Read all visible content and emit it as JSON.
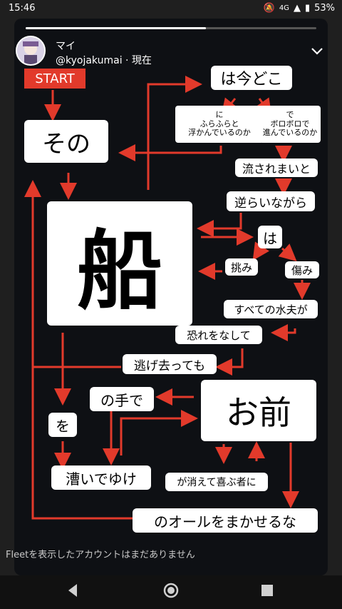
{
  "status": {
    "time": "15:46",
    "network": "4G",
    "battery": "53%"
  },
  "story": {
    "progress": 0.62
  },
  "user": {
    "name": "マイ",
    "handle": "@kyojakumai · 現在"
  },
  "flow": {
    "start": "START",
    "sono": "その",
    "fune": "船",
    "ha": "は",
    "ha_ima": "は今どこ",
    "ni": "に",
    "fura": "ふらふらと",
    "ukande": "浮かんでいるのか",
    "de": "で",
    "boro": "ボロボロで",
    "susunde": "進んでいるのか",
    "nagasare": "流されまいと",
    "sakarai": "逆らいながら",
    "idomi": "挑み",
    "itami": "傷み",
    "subete": "すべての水夫が",
    "osore": "恐れをなして",
    "nigesatte": "逃げ去っても",
    "omae": "お前",
    "note": "の手で",
    "wo": "を",
    "koide": "漕いでゆけ",
    "kiete": "が消えて喜ぶ者に",
    "oar": "のオールをまかせるな"
  },
  "footer": {
    "fleet_notice": "Fleetを表示したアカウントはまだありません"
  },
  "colors": {
    "arrow": "#e23a2b",
    "start_bg": "#e23a2b"
  }
}
